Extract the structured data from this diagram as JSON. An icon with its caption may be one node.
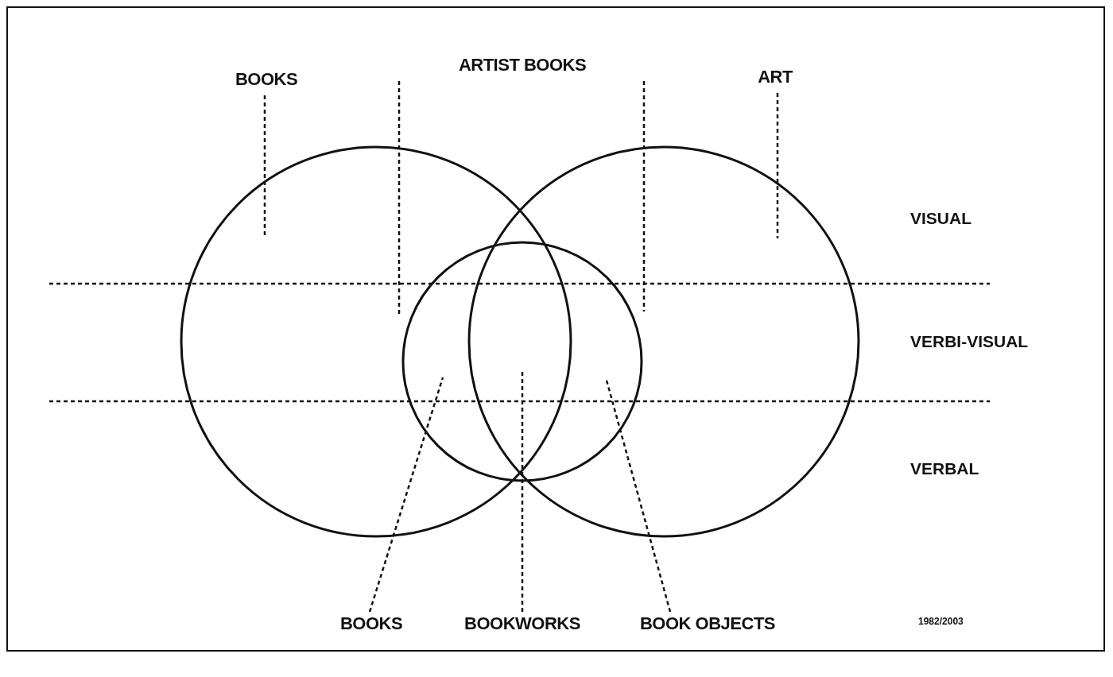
{
  "diagram": {
    "nodes": [
      {
        "text": [
          "BOOKS"
        ]
      },
      {
        "text": [
          "ARTIST BOOKS"
        ]
      },
      {
        "text": [
          "ART"
        ]
      },
      {
        "text": [],
        "shape": "circle"
      },
      {
        "text": [],
        "shape": "circle"
      },
      {
        "text": [],
        "shape": "circle"
      },
      {
        "text": [
          "BOOKS"
        ]
      },
      {
        "text": [
          "BOOKWORKS"
        ]
      },
      {
        "text": [
          "BOOK OBJECTS"
        ]
      }
    ],
    "edges": [
      {
        "from": 0,
        "to": 3,
        "arrow": "none",
        "style": "dashed"
      },
      {
        "from": 1,
        "to": 3,
        "arrow": "none",
        "style": "dashed"
      },
      {
        "from": 1,
        "to": 5,
        "arrow": "none",
        "style": "dashed"
      },
      {
        "from": 2,
        "to": 5,
        "arrow": "none",
        "style": "dashed"
      },
      {
        "from": 6,
        "to": 4,
        "arrow": "none",
        "style": "dashed"
      },
      {
        "from": 7,
        "to": 4,
        "arrow": "none",
        "style": "dashed"
      },
      {
        "from": 8,
        "to": 4,
        "arrow": "none",
        "style": "dashed"
      }
    ],
    "labels": [
      "VISUAL",
      "VERBI-VISUAL",
      "VERBAL",
      "1982/2003"
    ]
  }
}
